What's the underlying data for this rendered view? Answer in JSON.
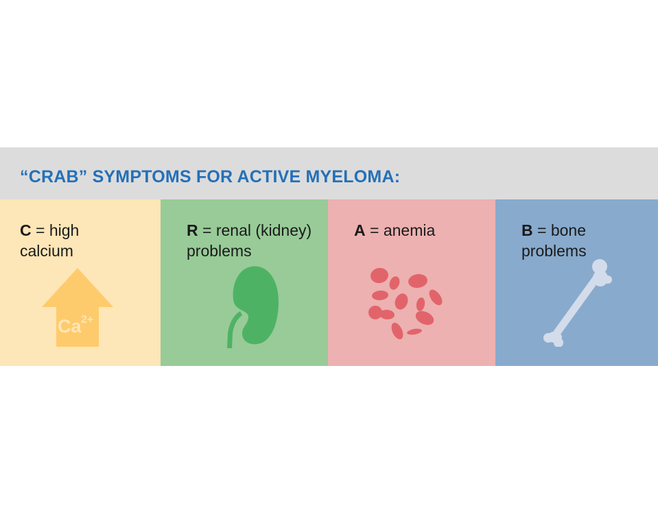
{
  "title": "“CRAB” SYMPTOMS FOR ACTIVE MYELOMA:",
  "panels": [
    {
      "letter": "C",
      "line1": " = high",
      "line2": "calcium",
      "icon": "calcium-up-arrow-icon",
      "color": "#fde6b7"
    },
    {
      "letter": "R",
      "line1": " = renal (kidney)",
      "line2": "problems",
      "icon": "kidney-icon",
      "color": "#98cb98"
    },
    {
      "letter": "A",
      "line1": " = anemia",
      "line2": "",
      "icon": "red-blood-cells-icon",
      "color": "#ecb1b0"
    },
    {
      "letter": "B",
      "line1": " = bone",
      "line2": "problems",
      "icon": "bone-icon",
      "color": "#88aacd"
    }
  ],
  "icons": {
    "calcium_label": "Ca",
    "calcium_superscript": "2+"
  }
}
